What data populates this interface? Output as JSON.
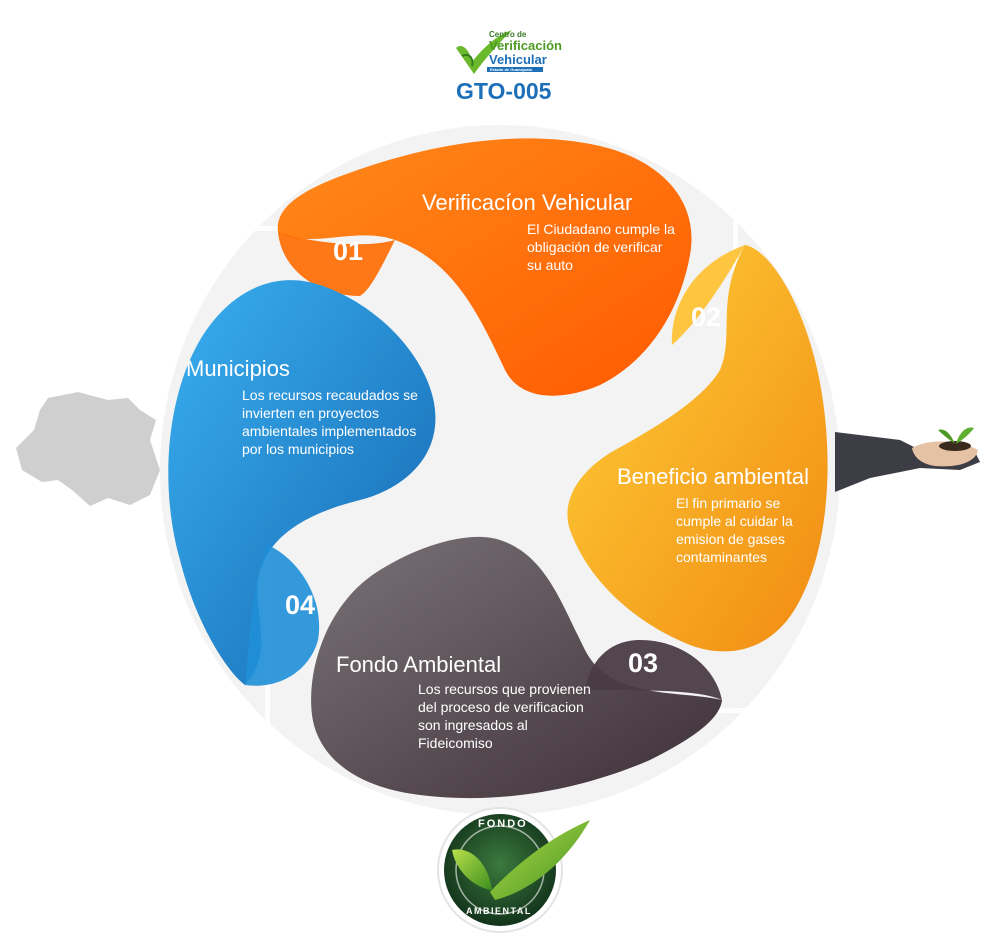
{
  "header": {
    "logo_line1": "Centro de",
    "logo_line2": "Verificación",
    "logo_line3": "Vehicular",
    "logo_line4": "Estado de Guanajuato",
    "code": "GTO-005"
  },
  "steps": [
    {
      "number": "01",
      "title": "Verificacíon Vehicular",
      "description": "El Ciudadano cumple la obligación de verificar su auto"
    },
    {
      "number": "02",
      "title": "Beneficio ambiental",
      "description": "El fin primario se cumple al cuidar la emision de gases contaminantes"
    },
    {
      "number": "03",
      "title": "Fondo Ambiental",
      "description": "Los recursos que provienen del proceso de verificacion son ingresados al Fideicomiso"
    },
    {
      "number": "04",
      "title": "Municipios",
      "description": "Los recursos recaudados se invierten en proyectos ambientales implementados por los municipios"
    }
  ],
  "badge": {
    "top": "FONDO",
    "bottom": "AMBIENTAL"
  },
  "colors": {
    "orange": "#ff6a00",
    "yellow": "#f7a21b",
    "gray": "#5a4e55",
    "blue": "#1f8fd8",
    "logo_green": "#6ab82b",
    "logo_blue": "#1d6fb8",
    "badge_green": "#1a4a2a"
  },
  "icons": [
    "guanajuato-map-icon",
    "hand-with-plant-icon",
    "checkmark-leaf-icon"
  ]
}
